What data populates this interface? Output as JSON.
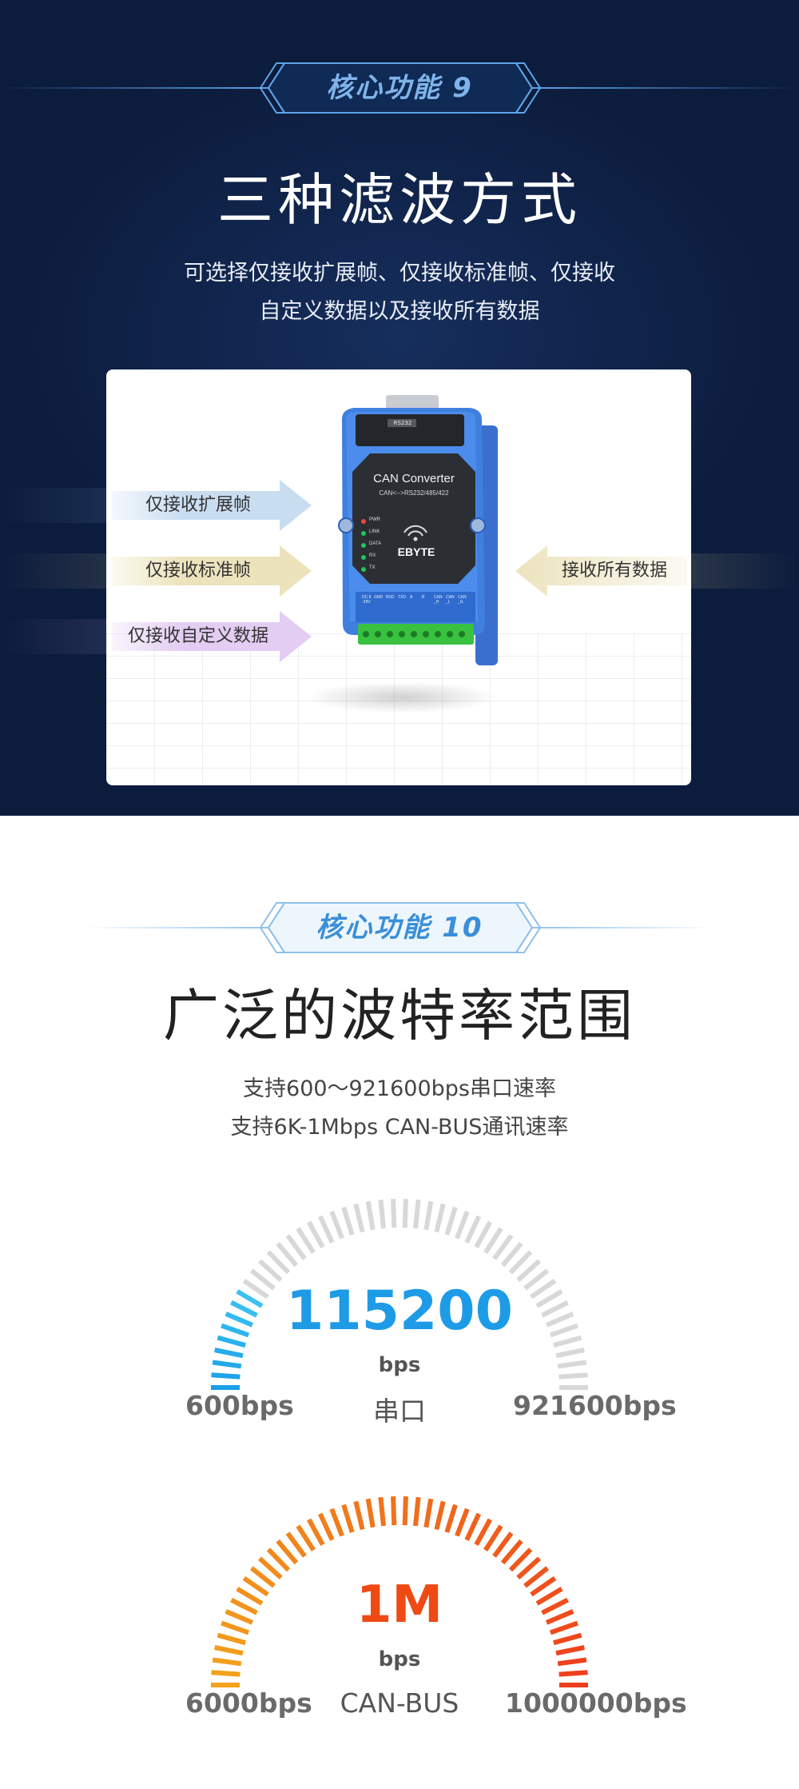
{
  "feature9": {
    "badge": "核心功能 9",
    "title": "三种滤波方式",
    "desc_line1": "可选择仅接收扩展帧、仅接收标准帧、仅接收",
    "desc_line2": "自定义数据以及接收所有数据",
    "filters": [
      {
        "label": "仅接收扩展帧",
        "color": "#c9ddf1"
      },
      {
        "label": "仅接收标准帧",
        "color": "#ece3bd"
      },
      {
        "label": "仅接收自定义数据",
        "color": "#e3cdf2"
      }
    ],
    "receive_all": {
      "label": "接收所有数据",
      "color": "#ece3bd"
    },
    "device": {
      "name": "CAN Converter",
      "subtitle": "CAN<-->RS232/485/422",
      "brand": "EBYTE",
      "port_label": "RS232",
      "leds": [
        "PWR",
        "LINK",
        "DATA",
        "RX",
        "TX"
      ],
      "pins": [
        "DC 8-28V",
        "GND",
        "RXD",
        "TXD",
        "A",
        "B",
        "CAN_H",
        "CAN_L",
        "CAN_G"
      ]
    }
  },
  "feature10": {
    "badge": "核心功能 10",
    "title": "广泛的波特率范围",
    "desc_line1": "支持600～921600bps串口速率",
    "desc_line2": "支持6K-1Mbps CAN-BUS通讯速率"
  },
  "gauges": [
    {
      "value": "115200",
      "unit": "bps",
      "name": "串口",
      "min_label": "600bps",
      "max_label": "921600bps",
      "fill_fraction": 0.18,
      "colors": [
        "#1aa0e8",
        "#3cc1f2"
      ],
      "track_color": "#d8d8d8"
    },
    {
      "value": "1M",
      "unit": "bps",
      "name": "CAN-BUS",
      "min_label": "6000bps",
      "max_label": "1000000bps",
      "fill_fraction": 1.0,
      "colors": [
        "#f3a21c",
        "#ee3e1c"
      ],
      "track_color": "#d8d8d8"
    }
  ],
  "colors": {
    "navy": "#0c1c3d",
    "badge_dark_text": "#7fb4ea",
    "badge_light_text": "#3a8fd8",
    "serial_value": "#1e9be6",
    "can_value": "#ef4a14"
  }
}
